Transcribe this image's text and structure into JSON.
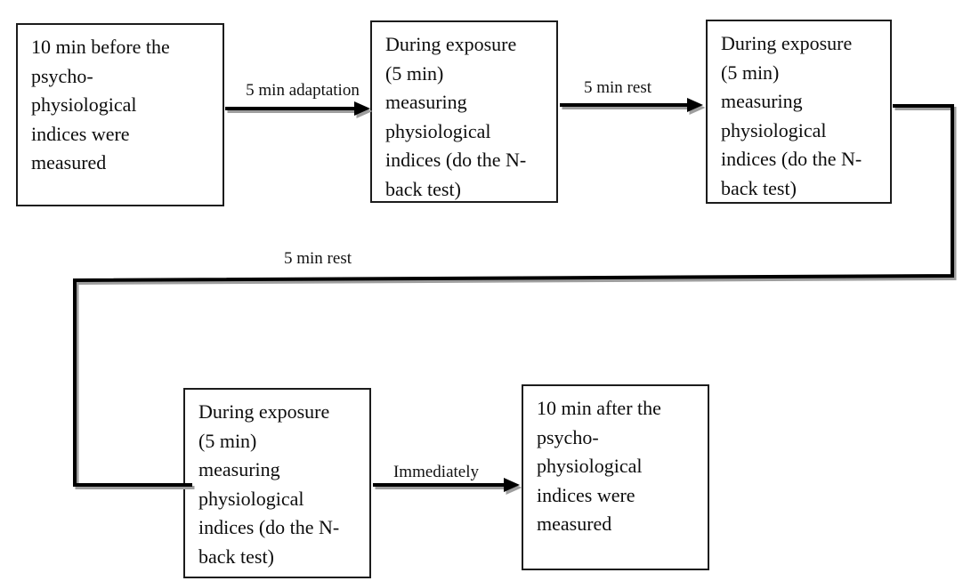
{
  "diagram": {
    "title": "Experimental procedure flowchart",
    "background_color": "#ffffff",
    "box_border_color": "#1c1c1c",
    "line_color": "#000000",
    "shadow_color": "#9e9e9e",
    "boxes": [
      {
        "id": "before-measurement",
        "text": "10 min before the\npsycho-\nphysiological\nindices were\nmeasured"
      },
      {
        "id": "exposure-1",
        "text": "During exposure\n(5 min)\nmeasuring\nphysiological\nindices (do the N-\nback test)"
      },
      {
        "id": "exposure-2",
        "text": "During exposure\n(5 min)\nmeasuring\nphysiological\nindices (do the N-\nback test)"
      },
      {
        "id": "exposure-3",
        "text": "During exposure\n(5 min)\nmeasuring\nphysiological\nindices (do the N-\nback test)"
      },
      {
        "id": "after-measurement",
        "text": "10 min after the\npsycho-\nphysiological\nindices were\nmeasured"
      }
    ],
    "arrow_labels": [
      {
        "id": "adaptation",
        "text": "5 min adaptation"
      },
      {
        "id": "rest-top",
        "text": "5 min rest"
      },
      {
        "id": "rest-long",
        "text": "5 min rest"
      },
      {
        "id": "immediately",
        "text": "Immediately"
      }
    ]
  }
}
